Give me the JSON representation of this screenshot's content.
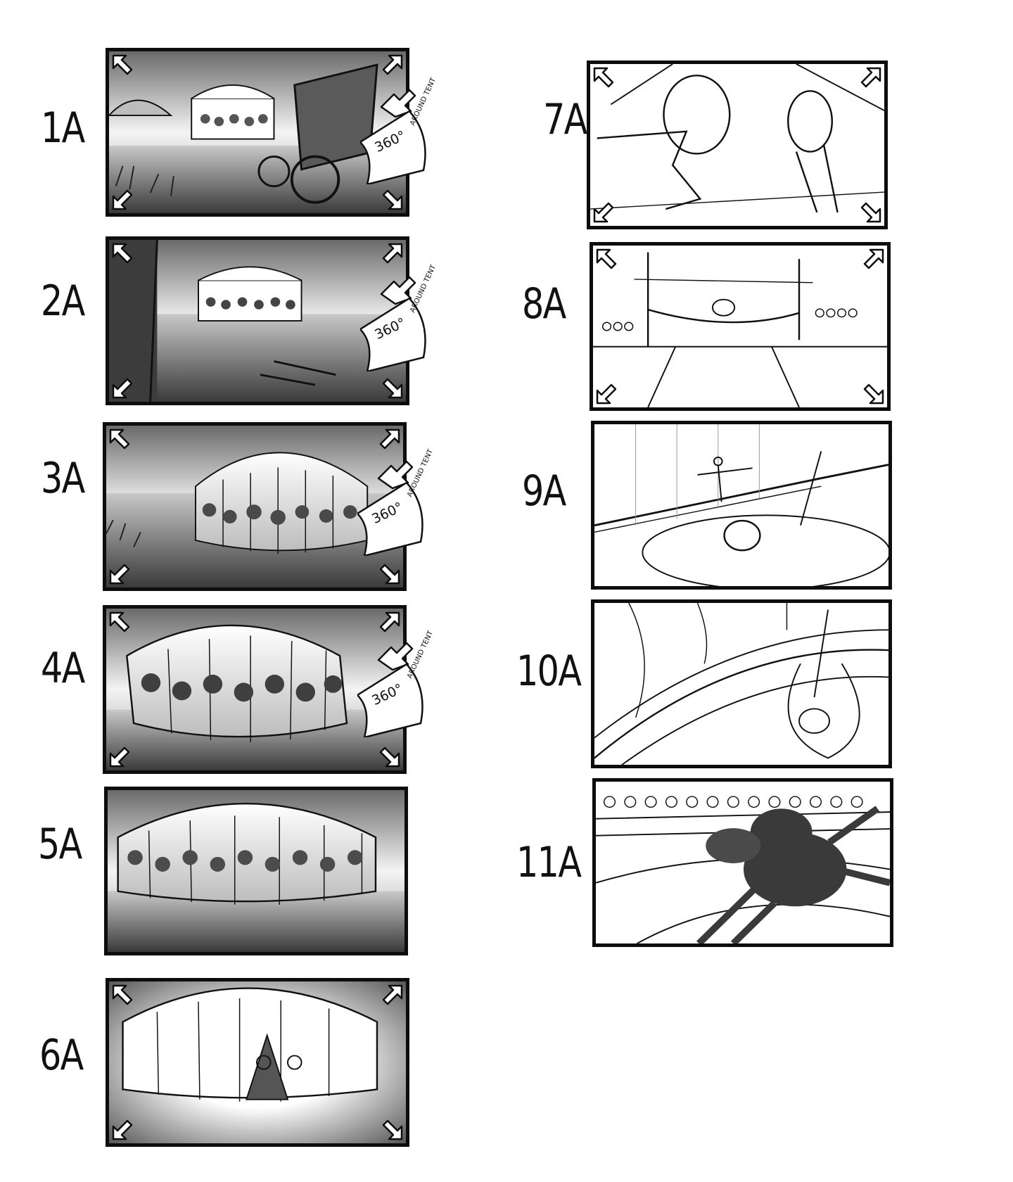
{
  "panels": [
    {
      "label": "1A",
      "banner": true
    },
    {
      "label": "2A",
      "banner": true
    },
    {
      "label": "3A",
      "banner": true
    },
    {
      "label": "4A",
      "banner": true
    },
    {
      "label": "5A",
      "banner": false
    },
    {
      "label": "6A",
      "banner": false
    },
    {
      "label": "7A",
      "banner": false
    },
    {
      "label": "8A",
      "banner": false
    },
    {
      "label": "9A",
      "banner": false
    },
    {
      "label": "10A",
      "banner": false
    },
    {
      "label": "11A",
      "banner": false
    }
  ],
  "banner": {
    "main": "360°",
    "sub": "AROUND TENT"
  },
  "colors": {
    "ink": "#0d0d0d",
    "shade_dark": "#4a4a4a",
    "shade_light": "#e8e8e8"
  }
}
